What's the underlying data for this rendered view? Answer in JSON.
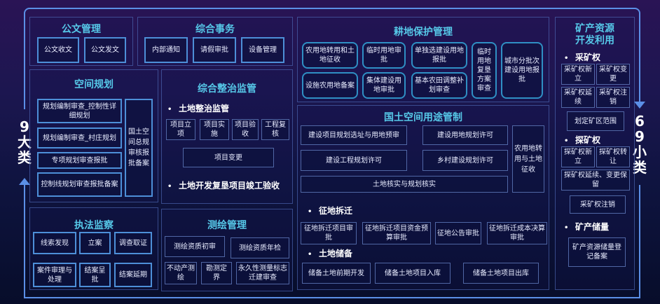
{
  "side_labels": {
    "left": [
      "9",
      "大",
      "类"
    ],
    "right": [
      "6",
      "9",
      "小",
      "类"
    ]
  },
  "colors": {
    "frame": "#5b8fe6",
    "title": "#56c8e8",
    "box_border": "#4d8fd8",
    "text": "#e8ecff"
  },
  "document_management": {
    "title": "公文管理",
    "items": [
      "公文收文",
      "公文发文"
    ]
  },
  "general_affairs": {
    "title": "综合事务",
    "items": [
      "内部通知",
      "请假审批",
      "设备管理"
    ]
  },
  "spatial_planning": {
    "title": "空间规划",
    "items": [
      "规划编制审查_控制性详细规划",
      "规划编制审查_村庄规划",
      "专项规划审查报批",
      "控制线规划审查报批备案"
    ],
    "side_item": "国土空间总规审核报批备案"
  },
  "comprehensive_supervision": {
    "title": "综合整治监管",
    "section1": "土地整治监管",
    "items": [
      "项目立项",
      "项目实施",
      "项目验收",
      "工程复核"
    ],
    "change_item": "项目变更",
    "section2": "土地开发复垦项目竣工验收"
  },
  "law_enforcement": {
    "title": "执法监察",
    "items": [
      "线索发现",
      "立案",
      "调查取证",
      "案件审理与处理",
      "结案呈批",
      "结案延期"
    ]
  },
  "surveying": {
    "title": "测绘管理",
    "items": [
      "测绘资质初审",
      "测绘资质年检",
      "不动产测绘",
      "勘测定界",
      "永久性测量标志迁建审查"
    ]
  },
  "farmland_protection": {
    "title": "耕地保护管理",
    "items": [
      "农用地转用和土地征收",
      "临时用地审批",
      "单独选建设用地报批",
      "设施农用地备案",
      "集体建设用地审批",
      "基本农田调整补划审查",
      "临时用地复垦方案审查",
      "城市分批次建设用地报批"
    ]
  },
  "land_use_control": {
    "title": "国土空间用途管制",
    "items": [
      "建设项目规划选址与用地预审",
      "建设用地规划许可",
      "建设工程规划许可",
      "乡村建设规划许可",
      "土地核实与规划核实"
    ],
    "side_item": "农用地转用与土地征收",
    "section_expropriation": "征地拆迁",
    "expropriation_items": [
      "征地拆迁项目审批",
      "征地拆迁项目资金预算审批",
      "征地公告审批",
      "征地拆迁成本决算审批"
    ],
    "section_reserve": "土地储备",
    "reserve_items": [
      "储备土地前期开发",
      "储备土地项目入库",
      "储备土地项目出库"
    ]
  },
  "mineral_resources": {
    "title_line1": "矿产资源",
    "title_line2": "开发利用",
    "section_mining": "采矿权",
    "mining_items": [
      "采矿权新立",
      "采矿权变更",
      "采矿权延续",
      "采矿权注销"
    ],
    "mining_area": "划定矿区范围",
    "section_exploration": "探矿权",
    "exploration_items": [
      "探矿权新立",
      "探矿权转让"
    ],
    "exploration_extend": "探矿权延续、变更保留",
    "exploration_cancel": "采矿权注销",
    "section_reserve": "矿产储量",
    "reserve_item": "矿产资源储量登记备案"
  }
}
